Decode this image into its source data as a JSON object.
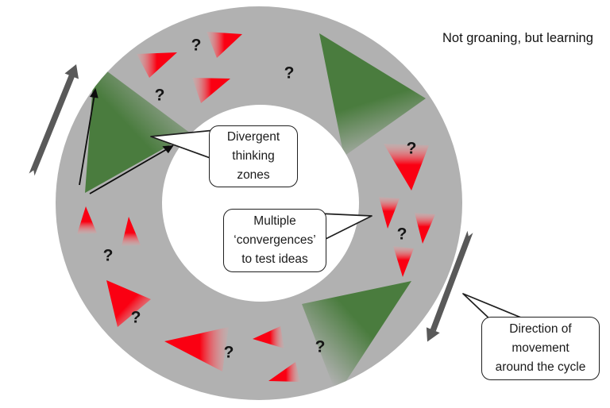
{
  "title": {
    "text": "Not groaning, but learning"
  },
  "colors": {
    "ring": "#b1b1b1",
    "green": "#4a7c3e",
    "red": "#fa0012",
    "arrow": "#595959",
    "ink": "#1a1a1a"
  },
  "callouts": {
    "divergent": {
      "lines": [
        "Divergent",
        "thinking",
        "zones"
      ]
    },
    "convergence": {
      "lines": [
        "Multiple",
        "‘convergences’",
        "to test ideas"
      ]
    },
    "direction": {
      "lines": [
        "Direction of",
        "movement",
        "around the cycle"
      ]
    }
  },
  "qmarks": [
    {
      "char": "?"
    },
    {
      "char": "?"
    },
    {
      "char": "?"
    },
    {
      "char": "?"
    },
    {
      "char": "?"
    },
    {
      "char": "?"
    },
    {
      "char": "?"
    },
    {
      "char": "?"
    },
    {
      "char": "?"
    }
  ]
}
